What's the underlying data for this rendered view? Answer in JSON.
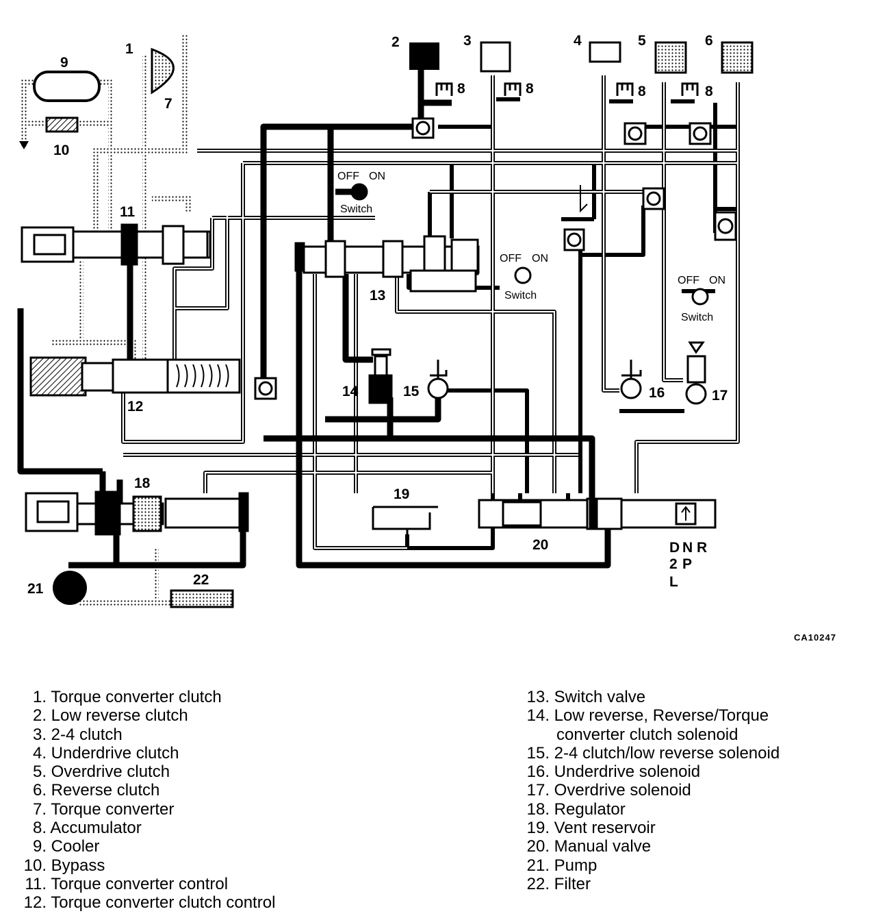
{
  "diagram": {
    "figure_code": "CA10247",
    "switch_labels": {
      "off": "OFF",
      "on": "ON",
      "name": "Switch"
    },
    "shift_positions": [
      "D",
      "N",
      "R",
      "2",
      "P",
      "L"
    ],
    "callouts": [
      "1",
      "2",
      "3",
      "4",
      "5",
      "6",
      "7",
      "8",
      "9",
      "10",
      "11",
      "12",
      "13",
      "14",
      "15",
      "16",
      "17",
      "18",
      "19",
      "20",
      "21",
      "22"
    ]
  },
  "legend": {
    "left": [
      {
        "num": "1.",
        "text": "Torque converter clutch"
      },
      {
        "num": "2.",
        "text": "Low reverse clutch"
      },
      {
        "num": "3.",
        "text": "2-4 clutch"
      },
      {
        "num": "4.",
        "text": "Underdrive clutch"
      },
      {
        "num": "5.",
        "text": "Overdrive clutch"
      },
      {
        "num": "6.",
        "text": "Reverse clutch"
      },
      {
        "num": "7.",
        "text": "Torque converter"
      },
      {
        "num": "8.",
        "text": "Accumulator"
      },
      {
        "num": "9.",
        "text": "Cooler"
      },
      {
        "num": "10.",
        "text": "Bypass"
      },
      {
        "num": "11.",
        "text": "Torque converter control"
      },
      {
        "num": "12.",
        "text": "Torque converter clutch control"
      }
    ],
    "right": [
      {
        "num": "13.",
        "text": "Switch valve"
      },
      {
        "num": "14.",
        "text": "Low reverse, Reverse/Torque",
        "continuation": "converter clutch solenoid"
      },
      {
        "num": "15.",
        "text": "2-4 clutch/low reverse solenoid"
      },
      {
        "num": "16.",
        "text": "Underdrive solenoid"
      },
      {
        "num": "17.",
        "text": "Overdrive solenoid"
      },
      {
        "num": "18.",
        "text": "Regulator"
      },
      {
        "num": "19.",
        "text": "Vent reservoir"
      },
      {
        "num": "20.",
        "text": "Manual valve"
      },
      {
        "num": "21.",
        "text": "Pump"
      },
      {
        "num": "22.",
        "text": "Filter"
      }
    ]
  }
}
